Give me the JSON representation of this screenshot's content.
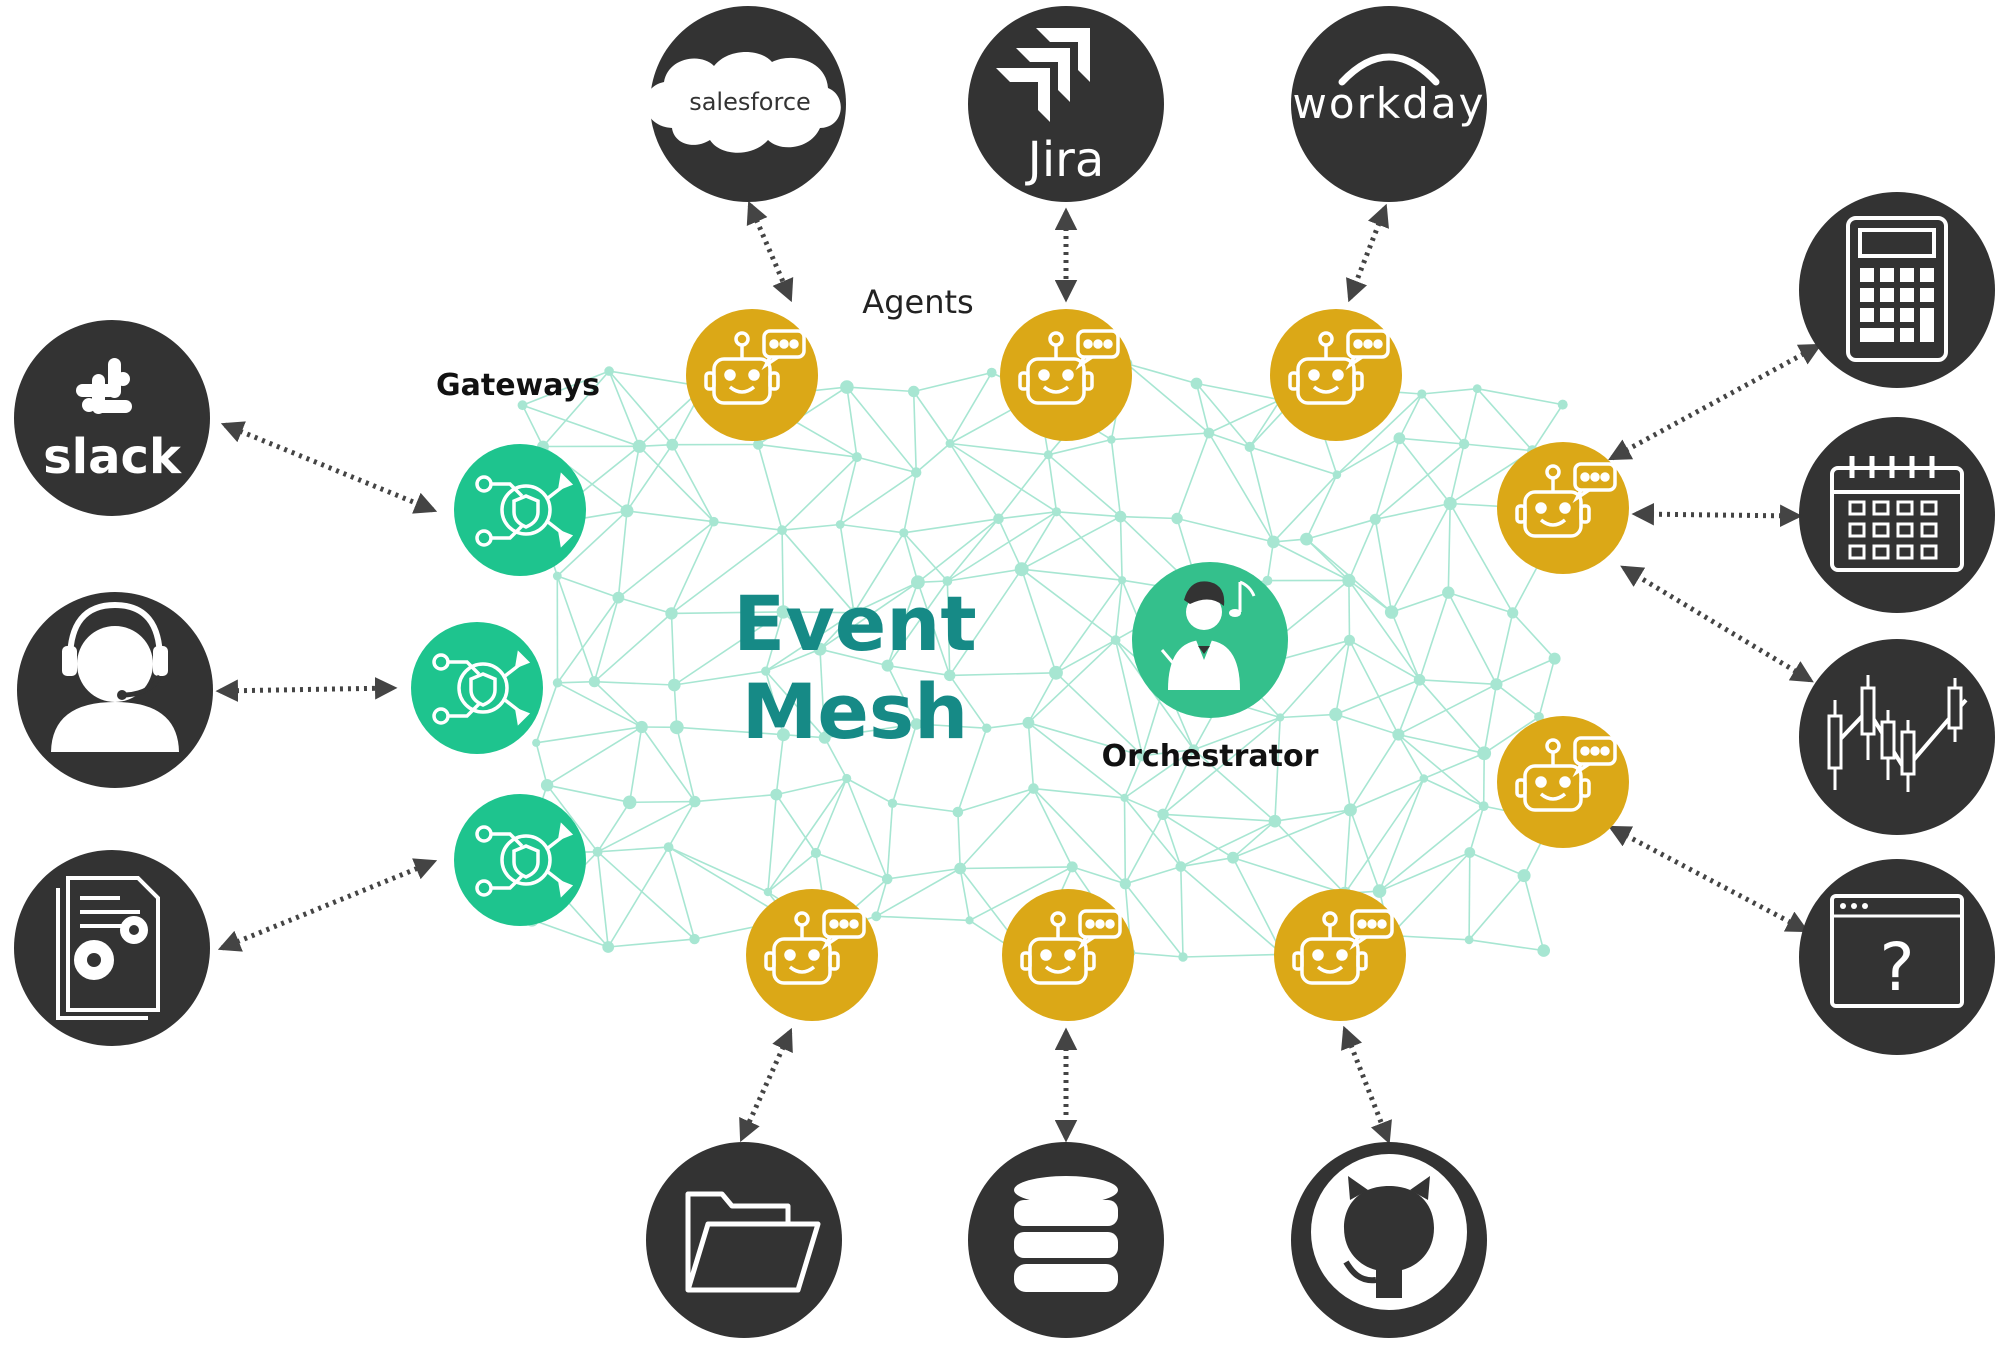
{
  "labels": {
    "title_line1": "Event",
    "title_line2": "Mesh",
    "agents": "Agents",
    "gateways": "Gateways",
    "orchestrator": "Orchestrator"
  },
  "top_services": [
    {
      "name": "salesforce",
      "icon": "salesforce-logo-icon"
    },
    {
      "name": "Jira",
      "icon": "jira-logo-icon"
    },
    {
      "name": "workday",
      "icon": "workday-logo-icon"
    }
  ],
  "left_services": [
    {
      "name": "slack",
      "icon": "slack-logo-icon"
    },
    {
      "icon": "support-agent-headset-icon"
    },
    {
      "icon": "document-settings-icon"
    }
  ],
  "right_services": [
    {
      "icon": "calculator-icon"
    },
    {
      "icon": "calendar-icon"
    },
    {
      "icon": "candlestick-chart-icon"
    },
    {
      "icon": "browser-question-icon"
    }
  ],
  "bottom_services": [
    {
      "icon": "folder-icon"
    },
    {
      "icon": "database-icon"
    },
    {
      "icon": "github-logo-icon"
    }
  ],
  "colors": {
    "service_circle": "#333333",
    "agent": "#dba817",
    "gateway": "#1ec48e",
    "orchestrator": "#34c08c",
    "mesh": "#a7e6d2",
    "title": "#168a86",
    "arrow": "#444444"
  }
}
